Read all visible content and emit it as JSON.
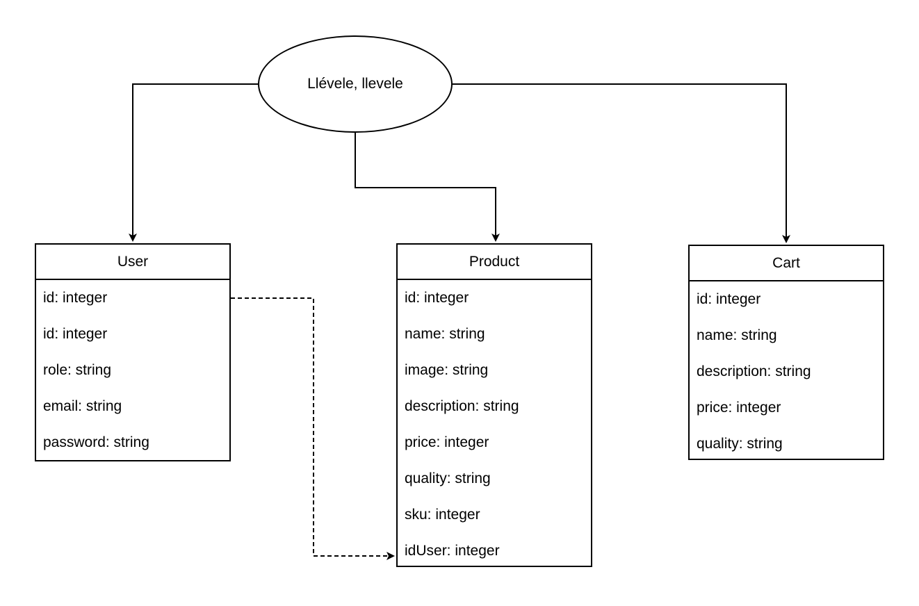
{
  "diagram": {
    "root": {
      "label": "Llévele, llevele"
    },
    "entities": {
      "user": {
        "title": "User",
        "fields": [
          "id: integer",
          "id: integer",
          "role: string",
          "email: string",
          "password: string"
        ]
      },
      "product": {
        "title": "Product",
        "fields": [
          "id: integer",
          "name: string",
          "image: string",
          "description: string",
          "price: integer",
          "quality: string",
          "sku: integer",
          "idUser: integer"
        ]
      },
      "cart": {
        "title": "Cart",
        "fields": [
          "id: integer",
          "name: string",
          "description: string",
          "price: integer",
          "quality: string"
        ]
      }
    },
    "connections": [
      {
        "from": "root",
        "to": "user",
        "style": "solid"
      },
      {
        "from": "root",
        "to": "product",
        "style": "solid"
      },
      {
        "from": "root",
        "to": "cart",
        "style": "solid"
      },
      {
        "from": "user.id",
        "to": "product.idUser",
        "style": "dashed"
      }
    ],
    "colors": {
      "line": "#000000",
      "background": "#ffffff"
    }
  }
}
